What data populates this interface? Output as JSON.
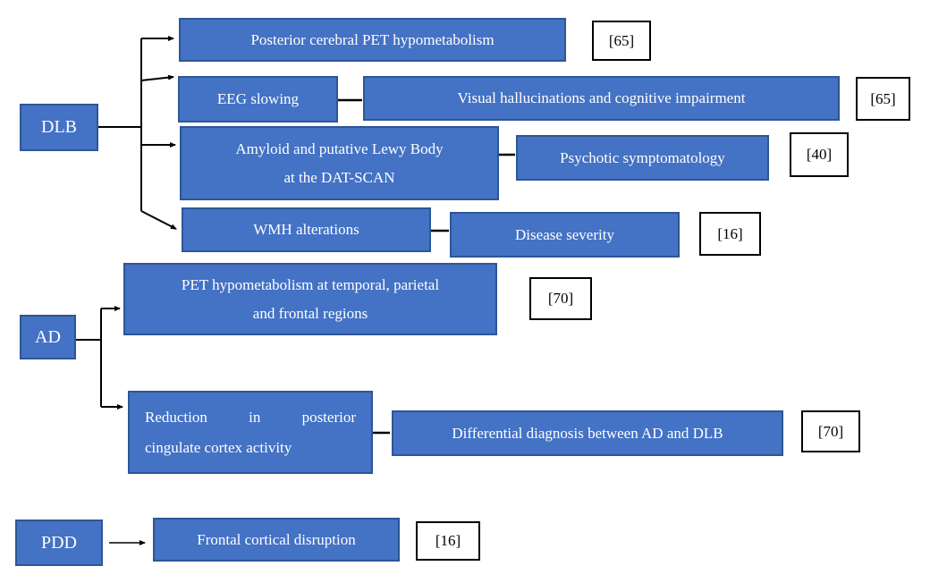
{
  "figure": {
    "type": "diagram",
    "colors": {
      "node_fill": "#4472C4",
      "node_border": "#2E5597",
      "node_text": "#FFFFFF",
      "ref_fill": "#FFFFFF",
      "ref_border": "#000000",
      "ref_text": "#000000",
      "connector": "#000000"
    },
    "nodes": {
      "dlb": "DLB",
      "ad": "AD",
      "pdd": "PDD",
      "posterior": "Posterior cerebral PET hypometabolism",
      "eeg": "EEG slowing",
      "visual": "Visual hallucinations and cognitive impairment",
      "amyloid_line1": "Amyloid and putative Lewy Body",
      "amyloid_line2": "at the DAT-SCAN",
      "psychotic": "Psychotic symptomatology",
      "wmh": "WMH alterations",
      "disease": "Disease severity",
      "pet_line1": "PET hypometabolism at temporal, parietal",
      "pet_line2": "and frontal regions",
      "reduction_line1": "Reduction in posterior",
      "reduction_line2": "cingulate cortex activity",
      "differential": "Differential diagnosis between AD and DLB",
      "frontal": "Frontal cortical disruption"
    },
    "refs": {
      "posterior": "[65]",
      "visual": "[65]",
      "psychotic": "[40]",
      "disease": "[16]",
      "pet": "[70]",
      "differential": "[70]",
      "frontal": "[16]"
    },
    "edges": [
      {
        "from": "DLB",
        "to": "Posterior cerebral PET hypometabolism",
        "ref": "[65]"
      },
      {
        "from": "DLB",
        "to": "EEG slowing"
      },
      {
        "from": "DLB",
        "to": "Amyloid and putative Lewy Body at the DAT-SCAN"
      },
      {
        "from": "DLB",
        "to": "WMH alterations"
      },
      {
        "from": "EEG slowing",
        "to": "Visual hallucinations and cognitive impairment",
        "ref": "[65]"
      },
      {
        "from": "Amyloid and putative Lewy Body at the DAT-SCAN",
        "to": "Psychotic symptomatology",
        "ref": "[40]"
      },
      {
        "from": "WMH alterations",
        "to": "Disease severity",
        "ref": "[16]"
      },
      {
        "from": "AD",
        "to": "PET hypometabolism at temporal, parietal and frontal regions",
        "ref": "[70]"
      },
      {
        "from": "AD",
        "to": "Reduction in posterior cingulate cortex activity"
      },
      {
        "from": "Reduction in posterior cingulate cortex activity",
        "to": "Differential diagnosis between AD and DLB",
        "ref": "[70]"
      },
      {
        "from": "PDD",
        "to": "Frontal cortical disruption",
        "ref": "[16]"
      }
    ]
  }
}
